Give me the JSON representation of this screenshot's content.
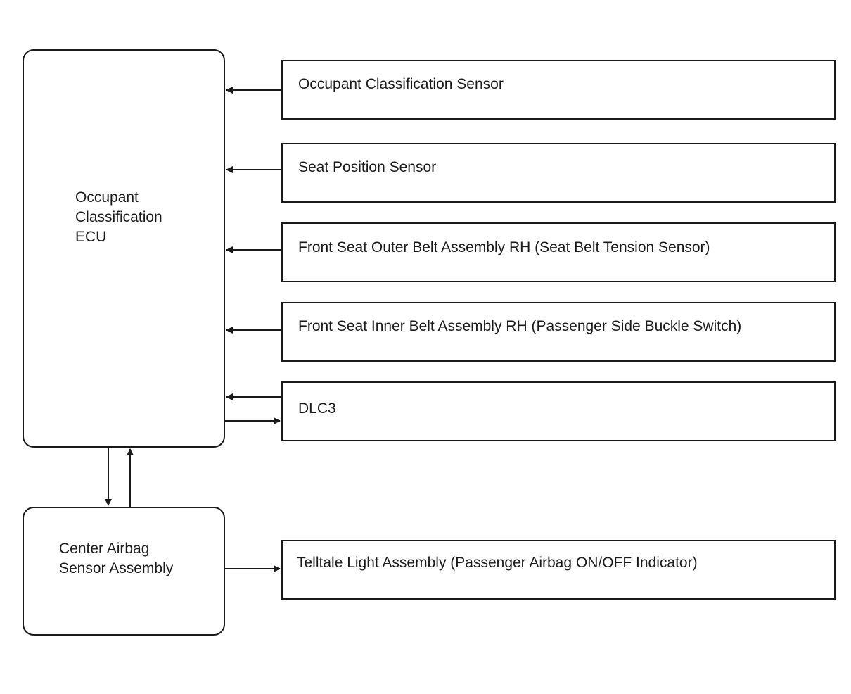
{
  "diagram": {
    "ecu": {
      "label": "Occupant\nClassification\nECU"
    },
    "center_airbag": {
      "label": "Center Airbag\nSensor Assembly"
    },
    "sensors": [
      {
        "label": "Occupant Classification Sensor"
      },
      {
        "label": "Seat Position Sensor"
      },
      {
        "label": "Front Seat Outer Belt Assembly RH (Seat Belt Tension Sensor)"
      },
      {
        "label": "Front Seat Inner Belt Assembly RH (Passenger Side Buckle Switch)"
      },
      {
        "label": "DLC3"
      }
    ],
    "telltale": {
      "label": "Telltale Light Assembly (Passenger Airbag ON/OFF Indicator)"
    },
    "colors": {
      "stroke": "#1a1a1a",
      "background": "#ffffff"
    }
  }
}
